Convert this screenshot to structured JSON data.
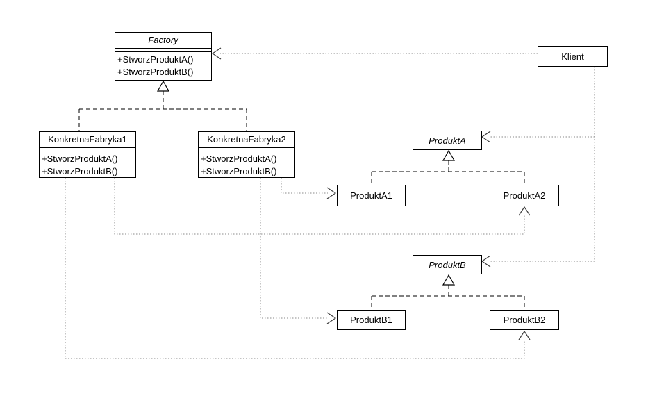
{
  "classes": {
    "factory": {
      "name": "Factory",
      "abstract": true,
      "methods": [
        "+StworzProduktA()",
        "+StworzProduktB()"
      ]
    },
    "klient": {
      "name": "Klient",
      "abstract": false
    },
    "fabryka1": {
      "name": "KonkretnaFabryka1",
      "abstract": false,
      "methods": [
        "+StworzProduktA()",
        "+StworzProduktB()"
      ]
    },
    "fabryka2": {
      "name": "KonkretnaFabryka2",
      "abstract": false,
      "methods": [
        "+StworzProduktA()",
        "+StworzProduktB()"
      ]
    },
    "produktA": {
      "name": "ProduktA",
      "abstract": true
    },
    "produktA1": {
      "name": "ProduktA1",
      "abstract": false
    },
    "produktA2": {
      "name": "ProduktA2",
      "abstract": false
    },
    "produktB": {
      "name": "ProduktB",
      "abstract": true
    },
    "produktB1": {
      "name": "ProduktB1",
      "abstract": false
    },
    "produktB2": {
      "name": "ProduktB2",
      "abstract": false
    }
  },
  "relationships": [
    {
      "from": "Klient",
      "to": "Factory",
      "type": "dependency"
    },
    {
      "from": "Klient",
      "to": "ProduktA",
      "type": "dependency"
    },
    {
      "from": "Klient",
      "to": "ProduktB",
      "type": "dependency"
    },
    {
      "from": "KonkretnaFabryka1",
      "to": "Factory",
      "type": "generalization"
    },
    {
      "from": "KonkretnaFabryka2",
      "to": "Factory",
      "type": "generalization"
    },
    {
      "from": "ProduktA1",
      "to": "ProduktA",
      "type": "generalization"
    },
    {
      "from": "ProduktA2",
      "to": "ProduktA",
      "type": "generalization"
    },
    {
      "from": "ProduktB1",
      "to": "ProduktB",
      "type": "generalization"
    },
    {
      "from": "ProduktB2",
      "to": "ProduktB",
      "type": "generalization"
    },
    {
      "from": "KonkretnaFabryka2",
      "to": "ProduktA1",
      "type": "dependency"
    },
    {
      "from": "KonkretnaFabryka2",
      "to": "ProduktB1",
      "type": "dependency"
    },
    {
      "from": "KonkretnaFabryka1",
      "to": "ProduktA2",
      "type": "dependency"
    },
    {
      "from": "KonkretnaFabryka1",
      "to": "ProduktB2",
      "type": "dependency"
    }
  ],
  "colors": {
    "stroke": "#000000",
    "dependency_line": "#8a8a8a",
    "background": "#ffffff",
    "box_fill": "#ffffff"
  }
}
